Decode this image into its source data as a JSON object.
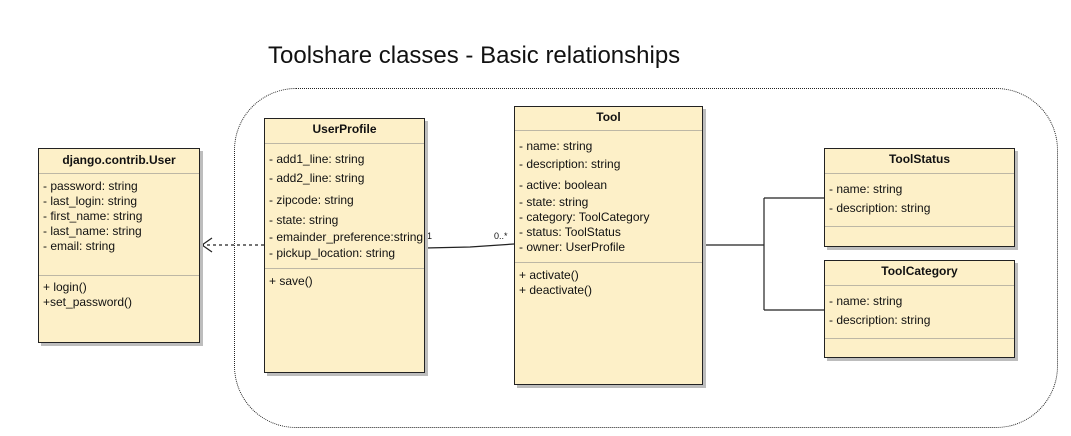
{
  "title": "Toolshare classes - Basic relationships",
  "classes": {
    "user": {
      "name": "django.contrib.User",
      "attributes": [
        "- password: string",
        "- last_login: string",
        "- first_name: string",
        "- last_name: string",
        "- email: string"
      ],
      "operations": [
        "+ login()",
        "+set_password()"
      ]
    },
    "profile": {
      "name": "UserProfile",
      "attributes": [
        "- add1_line: string",
        "- add2_line: string",
        "- zipcode: string",
        "- state: string",
        "- emainder_preference:string",
        "- pickup_location: string"
      ],
      "operations": [
        "+ save()"
      ]
    },
    "tool": {
      "name": "Tool",
      "attributes": [
        "- name: string",
        "- description: string",
        "- active: boolean",
        "- state: string",
        "- category: ToolCategory",
        "- status: ToolStatus",
        "- owner: UserProfile"
      ],
      "operations": [
        "+ activate()",
        "+ deactivate()"
      ]
    },
    "status": {
      "name": "ToolStatus",
      "attributes": [
        "- name: string",
        "- description: string"
      ],
      "operations": []
    },
    "category": {
      "name": "ToolCategory",
      "attributes": [
        "- name: string",
        "- description: string"
      ],
      "operations": []
    }
  },
  "multiplicities": {
    "profile_end": "1",
    "tool_end": "0..*"
  },
  "colors": {
    "class_fill": "#fdf0c8",
    "border": "#222222",
    "separator": "#bdb7a5"
  }
}
